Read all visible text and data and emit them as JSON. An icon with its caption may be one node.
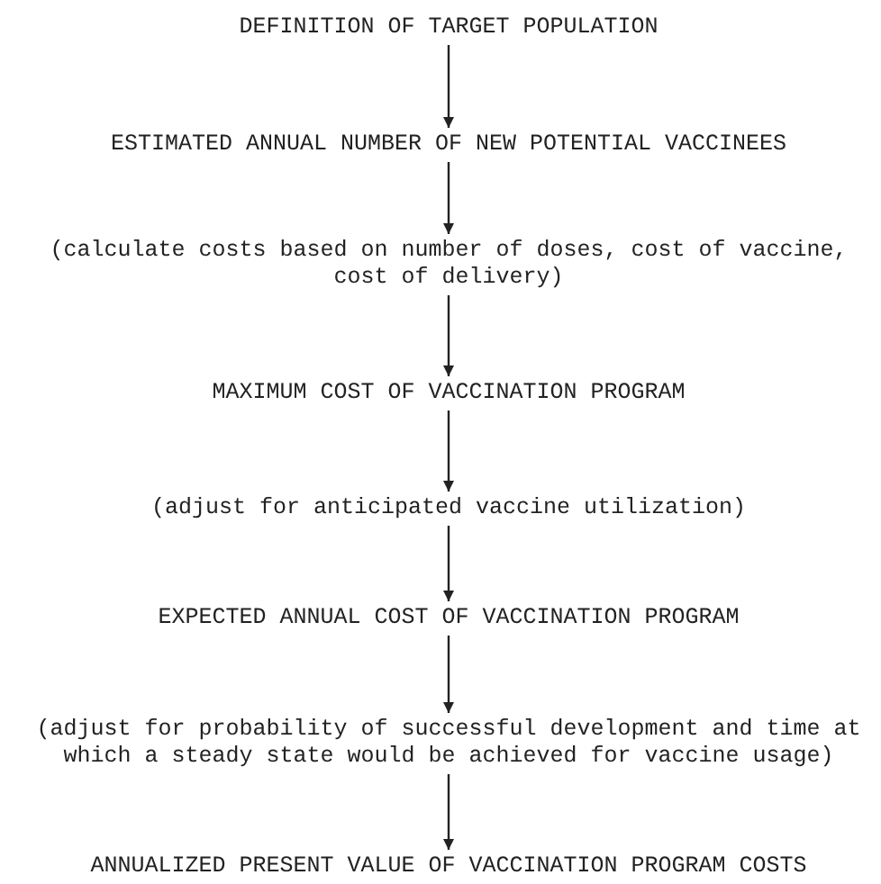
{
  "diagram": {
    "nodes": [
      {
        "text": [
          "DEFINITION OF TARGET POPULATION"
        ]
      },
      {
        "text": [
          "ESTIMATED ANNUAL NUMBER OF NEW POTENTIAL VACCINEES"
        ]
      },
      {
        "text": [
          "(calculate costs based on number of doses, cost of vaccine, cost of delivery)"
        ]
      },
      {
        "text": [
          "MAXIMUM COST OF VACCINATION PROGRAM"
        ]
      },
      {
        "text": [
          "(adjust for anticipated vaccine utilization)"
        ]
      },
      {
        "text": [
          "EXPECTED ANNUAL COST OF VACCINATION PROGRAM"
        ]
      },
      {
        "text": [
          "(adjust for probability of successful development and time at which a steady state would be achieved for vaccine usage)"
        ]
      },
      {
        "text": [
          "ANNUALIZED PRESENT VALUE OF VACCINATION PROGRAM COSTS"
        ]
      }
    ],
    "edges": [
      {
        "from": 0,
        "to": 1,
        "arrow": "to"
      },
      {
        "from": 1,
        "to": 2,
        "arrow": "to"
      },
      {
        "from": 2,
        "to": 3,
        "arrow": "to"
      },
      {
        "from": 3,
        "to": 4,
        "arrow": "to"
      },
      {
        "from": 4,
        "to": 5,
        "arrow": "to"
      },
      {
        "from": 5,
        "to": 6,
        "arrow": "to"
      },
      {
        "from": 6,
        "to": 7,
        "arrow": "to"
      }
    ]
  }
}
